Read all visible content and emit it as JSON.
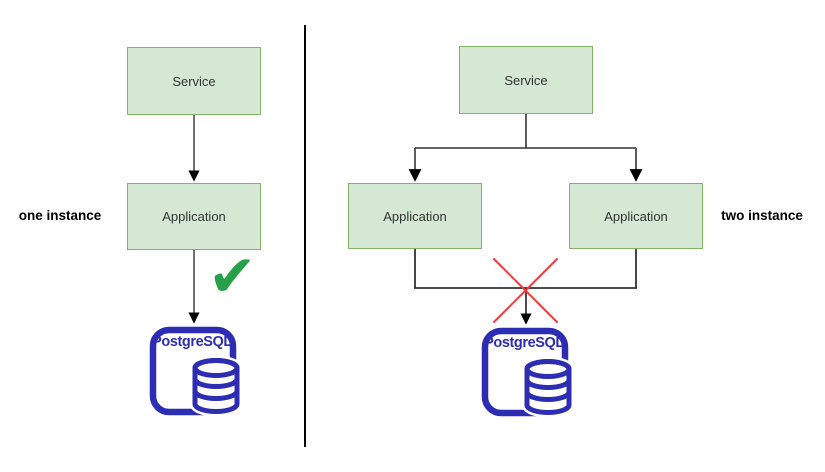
{
  "left": {
    "caption": "one instance",
    "service_label": "Service",
    "application_label": "Application",
    "postgresql_label": "PostgreSQL",
    "status": "allowed",
    "check_glyph": "✔"
  },
  "right": {
    "caption": "two instance",
    "service_label": "Service",
    "application_labels": [
      "Application",
      "Application"
    ],
    "postgresql_label": "PostgreSQL",
    "status": "blocked"
  },
  "colors": {
    "box_fill": "#d5e8d4",
    "box_border": "#82b366",
    "connector": "#333333",
    "arrowhead": "#000000",
    "postgres_blue": "#2d2db3",
    "check_green": "#27a149",
    "cross_red": "#f23b3b",
    "divider": "#000000"
  }
}
